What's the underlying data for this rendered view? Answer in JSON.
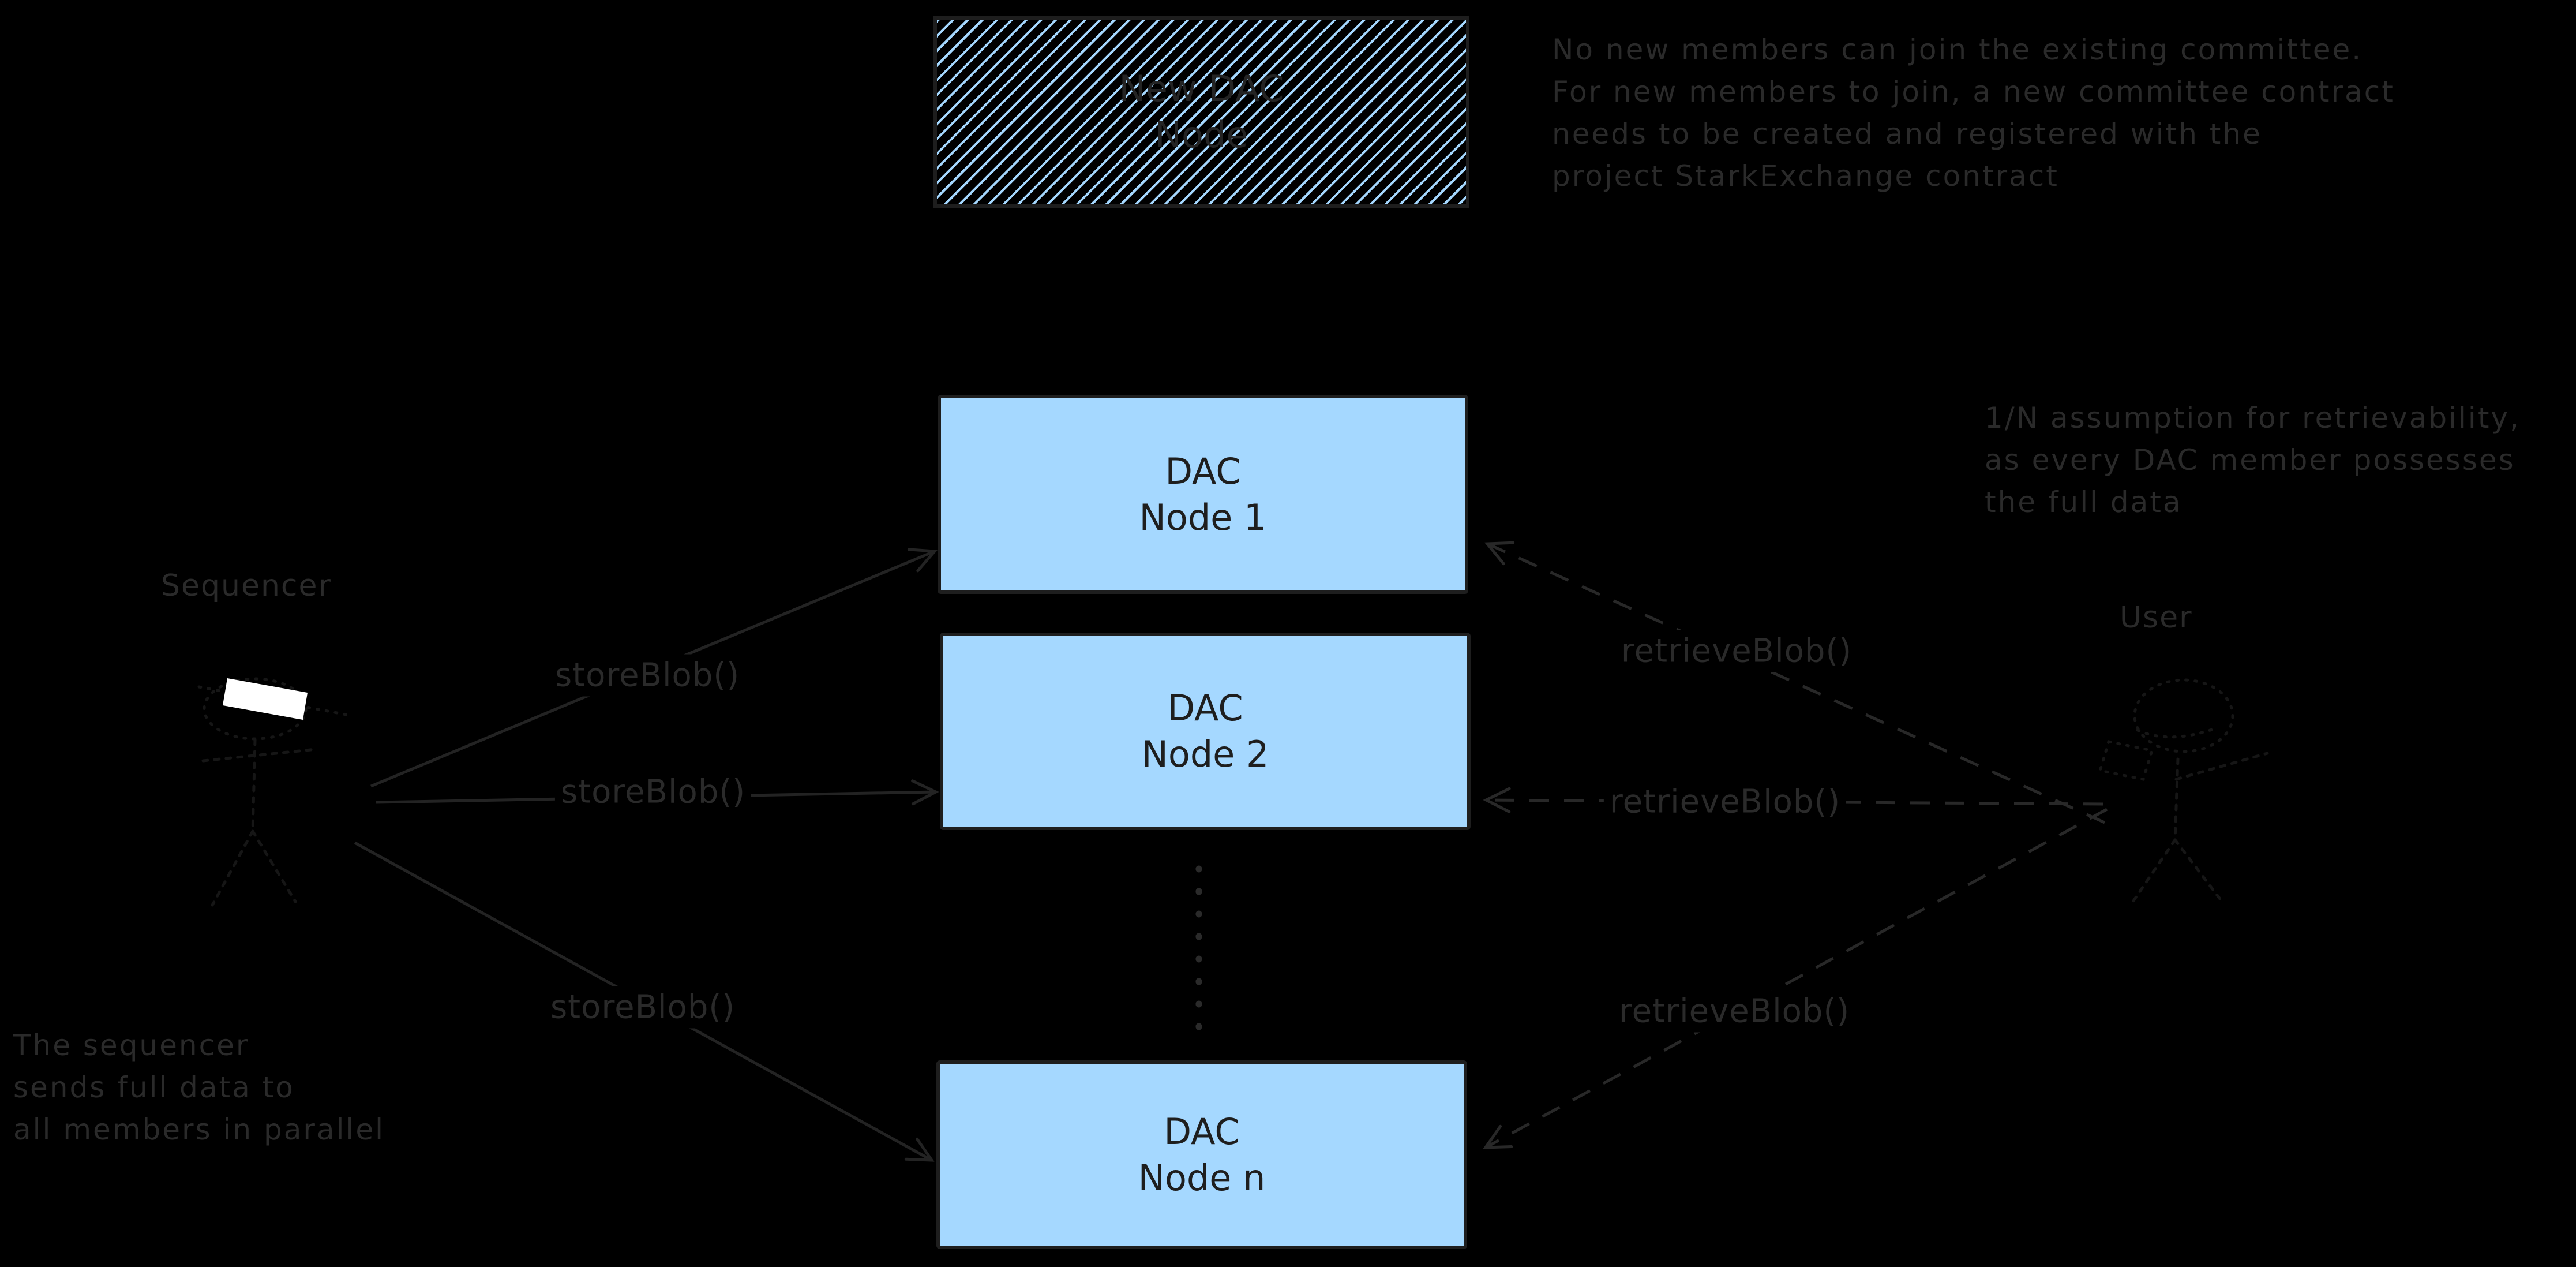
{
  "hatched_box": {
    "label": "New DAC\nNode"
  },
  "dac_nodes": [
    {
      "label": "DAC\nNode 1"
    },
    {
      "label": "DAC\nNode 2"
    },
    {
      "label": "DAC\nNode n"
    }
  ],
  "actors": {
    "sequencer_label": "Sequencer",
    "user_label": "User"
  },
  "store_arrows": [
    {
      "label": "storeBlob()"
    },
    {
      "label": "storeBlob()"
    },
    {
      "label": "storeBlob()"
    }
  ],
  "retrieve_arrows": [
    {
      "label": "retrieveBlob()"
    },
    {
      "label": "retrieveBlob()"
    },
    {
      "label": "retrieveBlob()"
    }
  ],
  "annotations": {
    "committee_note": "No new members can join the existing committee.\nFor new members to join, a new committee contract\nneeds to be created and registered with the\nproject StarkExchange contract",
    "retrievability_note": "1/N assumption for retrievability,\nas every DAC member possesses\nthe full data",
    "sequencer_note": "The sequencer\nsends full data to\nall members in parallel"
  },
  "colors": {
    "background": "#000000",
    "node_fill": "#a5d8ff",
    "node_border": "#1e1e1e",
    "node_text": "#1e1e1e",
    "annotation_text": "#2a2a2a",
    "solid_arrow": "#232323",
    "dashed_arrow": "#282828",
    "figure_stroke": "#161616",
    "sequencer_hat": "#ffffff"
  }
}
